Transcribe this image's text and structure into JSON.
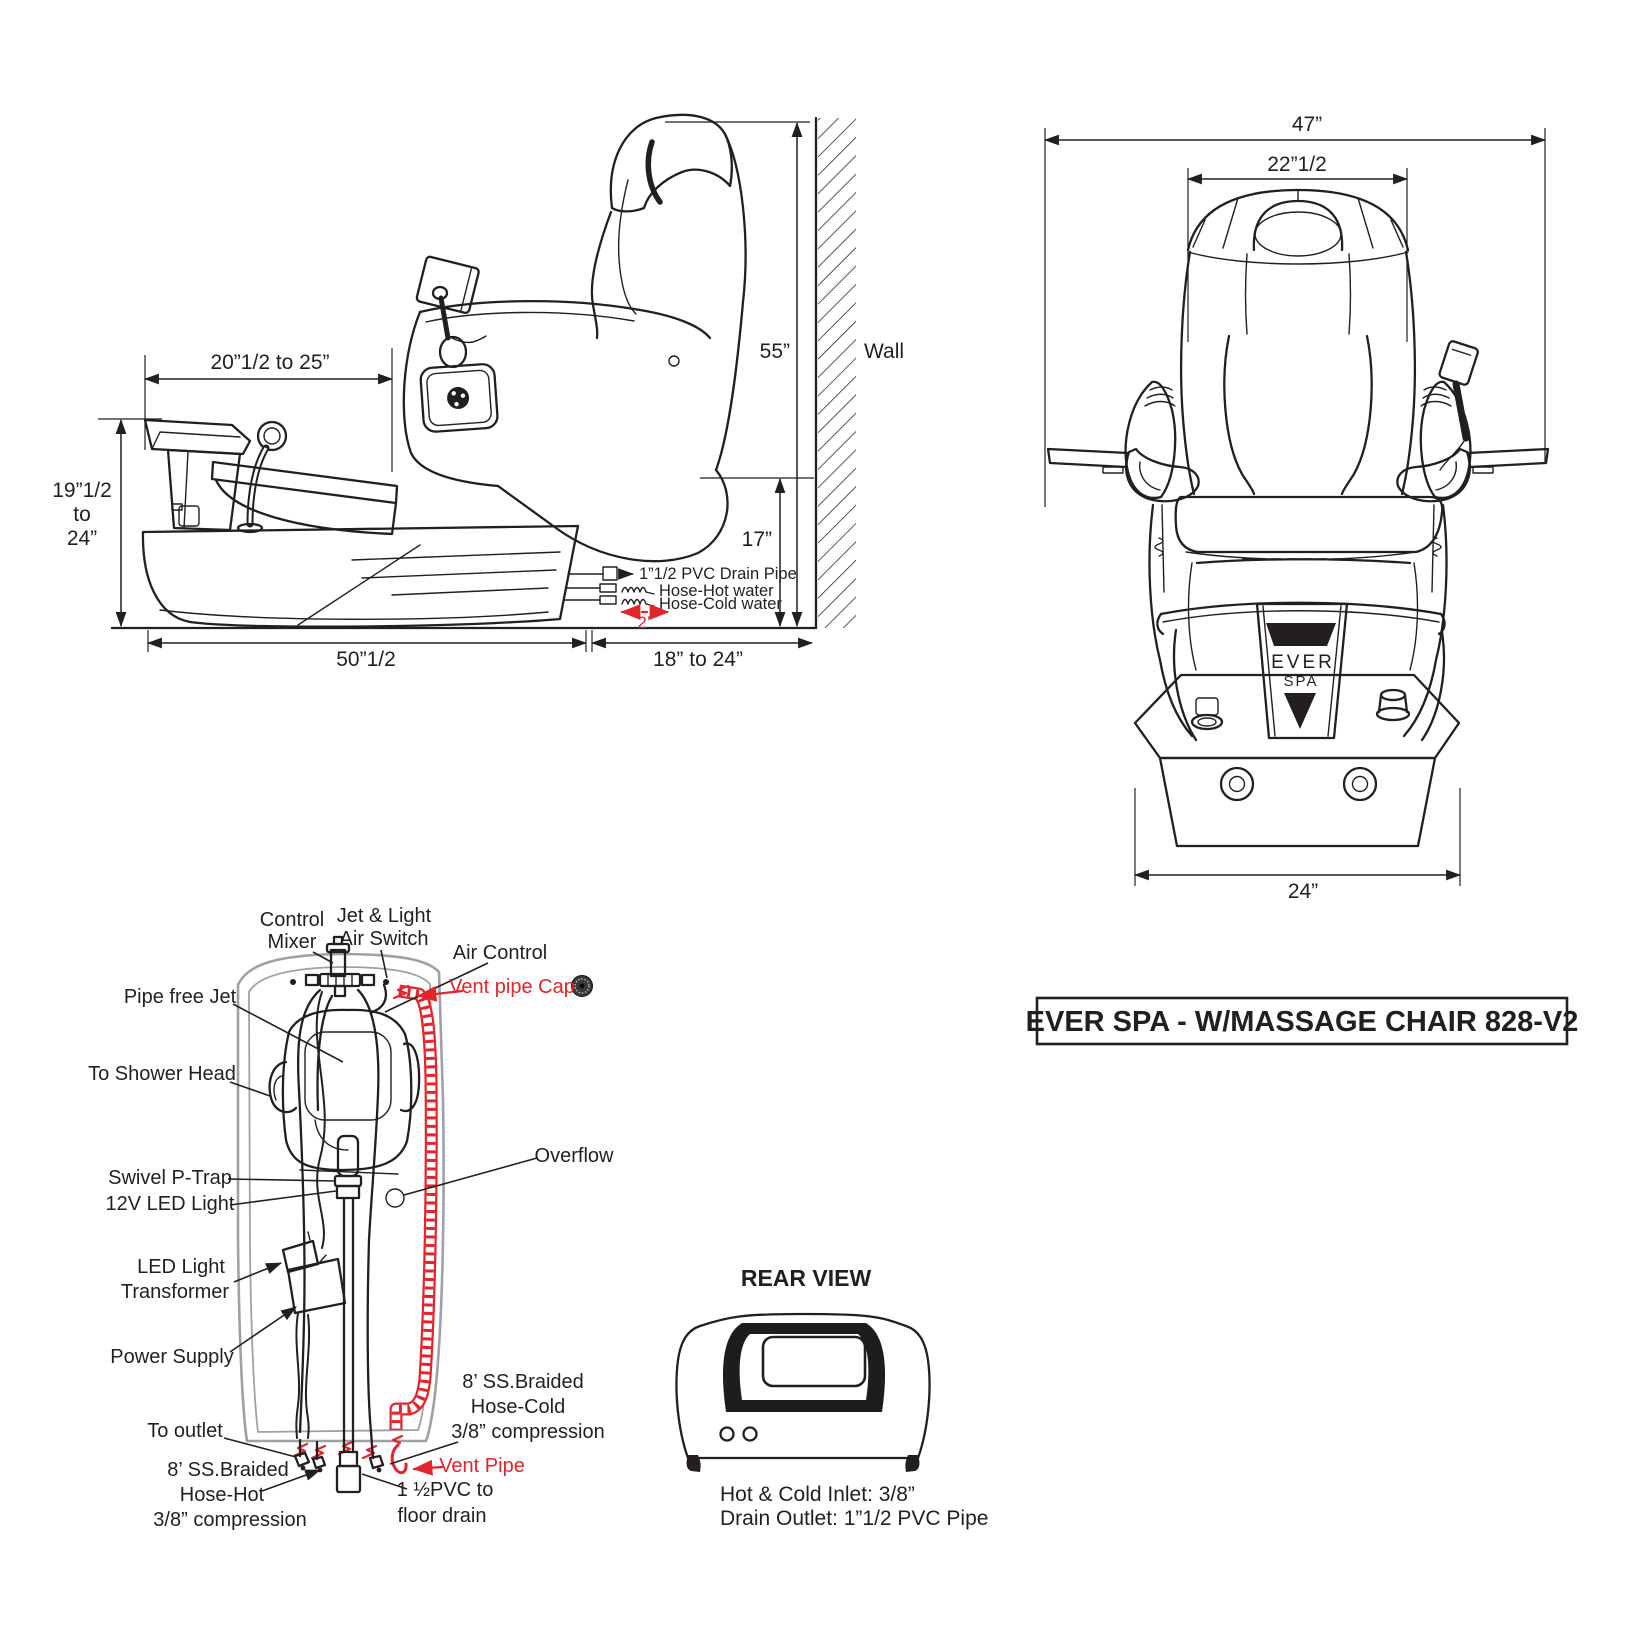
{
  "colors": {
    "ink": "#231f20",
    "red": "#e4232b",
    "gray": "#9ea0a3"
  },
  "side_view": {
    "dim_footrest": "20”1/2 to 25”",
    "dim_height": "55”",
    "wall_label": "Wall",
    "dim_basin_l1": "19”1/2",
    "dim_basin_l2": "to",
    "dim_basin_l3": "24”",
    "dim_seat": "17”",
    "dim_base": "50”1/2",
    "dim_clearance": "18” to 24”",
    "dim_hose": "2’",
    "callout_drain": "1”1/2 PVC Drain Pipe",
    "callout_hot": "Hose-Hot water",
    "callout_cold": "Hose-Cold water"
  },
  "front_view": {
    "dim_overall": "47”",
    "dim_seat": "22”1/2",
    "dim_base": "24”",
    "logo_l1": "EVER",
    "logo_l2": "SPA"
  },
  "plumbing": {
    "control_mixer_l1": "Control",
    "control_mixer_l2": "Mixer",
    "jet_light_l1": "Jet & Light",
    "jet_light_l2": "Air Switch",
    "air_control": "Air Control",
    "vent_pipe_cap": "Vent pipe Cap",
    "pipe_free_jet": "Pipe free Jet",
    "to_shower_head": "To Shower Head",
    "swivel_p_trap": "Swivel P-Trap",
    "led_light_12v": "12V LED Light",
    "led_transformer_l1": "LED Light",
    "led_transformer_l2": "Transformer",
    "power_supply": "Power Supply",
    "to_outlet": "To outlet",
    "hose_hot_l1": "8’ SS.Braided",
    "hose_hot_l2": "Hose-Hot",
    "hose_hot_l3": "3/8” compression",
    "overflow": "Overflow",
    "hose_cold_l1": "8’ SS.Braided",
    "hose_cold_l2": "Hose-Cold",
    "hose_cold_l3": "3/8” compression",
    "vent_pipe": "Vent Pipe",
    "pvc_floor_l1": "1 ½PVC to",
    "pvc_floor_l2": "floor drain"
  },
  "rear_view": {
    "title": "REAR VIEW",
    "note_inlet": "Hot & Cold Inlet: 3/8”",
    "note_drain": "Drain Outlet: 1”1/2 PVC Pipe"
  },
  "title_block": {
    "label": "EVER SPA - W/MASSAGE CHAIR 828-V2"
  }
}
